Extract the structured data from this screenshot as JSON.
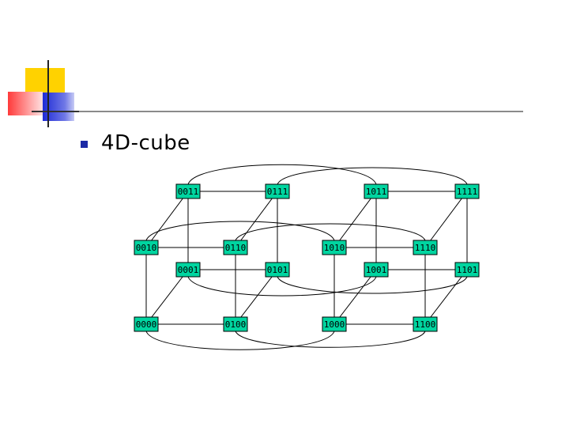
{
  "slide": {
    "title": "4D-cube"
  },
  "nodes": [
    {
      "id": "0011",
      "label": "0011"
    },
    {
      "id": "0111",
      "label": "0111"
    },
    {
      "id": "1011",
      "label": "1011"
    },
    {
      "id": "1111",
      "label": "1111"
    },
    {
      "id": "0010",
      "label": "0010"
    },
    {
      "id": "0110",
      "label": "0110"
    },
    {
      "id": "1010",
      "label": "1010"
    },
    {
      "id": "1110",
      "label": "1110"
    },
    {
      "id": "0001",
      "label": "0001"
    },
    {
      "id": "0101",
      "label": "0101"
    },
    {
      "id": "1001",
      "label": "1001"
    },
    {
      "id": "1101",
      "label": "1101"
    },
    {
      "id": "0000",
      "label": "0000"
    },
    {
      "id": "0100",
      "label": "0100"
    },
    {
      "id": "1000",
      "label": "1000"
    },
    {
      "id": "1100",
      "label": "1100"
    }
  ],
  "colors": {
    "node_fill": "#00d5a0",
    "bullet": "#1c2aa5",
    "accent_yellow": "#ffd200",
    "accent_red": "#ff3a3a",
    "accent_blue": "#1f2bd6"
  }
}
